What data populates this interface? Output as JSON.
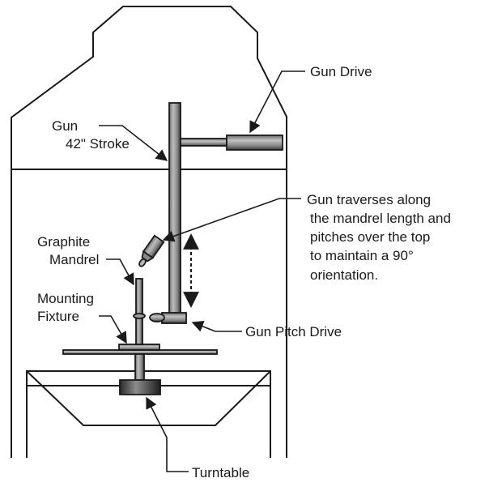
{
  "labels": {
    "gun_drive": "Gun Drive",
    "gun_line1": "Gun",
    "gun_line2": "42\" Stroke",
    "traverse_line1": "Gun traverses along",
    "traverse_line2": "the mandrel length and",
    "traverse_line3": "pitches over the top",
    "traverse_line4": "to maintain a 90°",
    "traverse_line5": "orientation.",
    "mandrel_line1": "Graphite",
    "mandrel_line2": "Mandrel",
    "fixture_line1": "Mounting",
    "fixture_line2": "Fixture",
    "gun_pitch_drive": "Gun Pitch Drive",
    "turntable": "Turntable"
  }
}
